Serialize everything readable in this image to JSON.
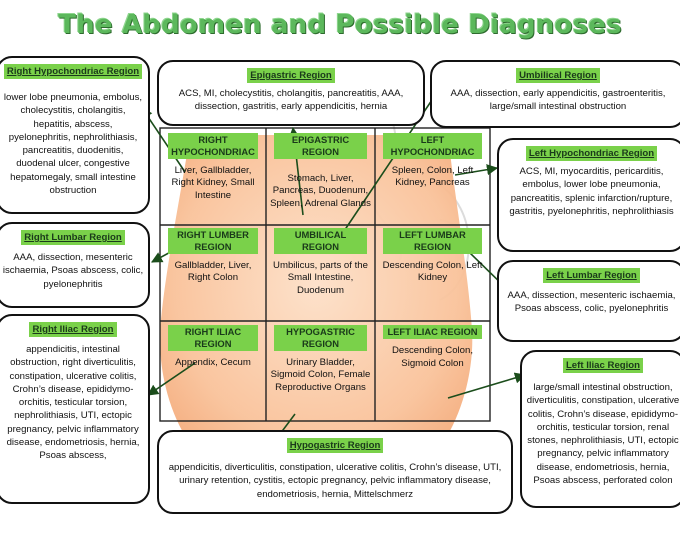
{
  "title": "The Abdomen and Possible Diagnoses",
  "colors": {
    "title": "#5cb85c",
    "header_bg": "#7ad14a",
    "body_shade": "#f7b98a",
    "border": "#111111"
  },
  "regions_outer": {
    "right_hypochondriac": {
      "header": "Right Hypochondriac Region",
      "text": "lower lobe pneumonia, embolus, cholecystitis, cholangitis, hepatitis, abscess, pyelonephritis, nephrolithiasis, pancreatitis, duodenitis, duodenal ulcer, congestive hepatomegaly, small intestine obstruction"
    },
    "epigastric": {
      "header": "Epigastric Region",
      "text": "ACS, MI, cholecystitis, cholangitis, pancreatitis, AAA, dissection, gastritis, early appendicitis, hernia"
    },
    "umbilical": {
      "header": "Umbilical Region",
      "text": "AAA, dissection, early appendicitis, gastroenteritis, large/small intestinal obstruction"
    },
    "left_hypochondriac": {
      "header": "Left Hypochondriac Region",
      "text": "ACS, MI, myocarditis, pericarditis, embolus, lower lobe pneumonia, pancreatitis, splenic infarction/rupture, gastritis, pyelonephritis, nephrolithiasis"
    },
    "right_lumbar": {
      "header": "Right Lumbar Region",
      "text": "AAA, dissection, mesenteric ischaemia, Psoas abscess, colic, pyelonephritis"
    },
    "left_lumbar": {
      "header": "Left Lumbar Region",
      "text": "AAA, dissection, mesenteric ischaemia, Psoas abscess, colic, pyelonephritis"
    },
    "right_iliac": {
      "header": "Right Iliac Region",
      "text": "appendicitis, intestinal obstruction, right diverticulitis, constipation, ulcerative colitis, Crohn’s disease, epididymo-orchitis, testicular torsion, nephrolithiasis, UTI, ectopic pregnancy, pelvic inflammatory disease, endometriosis, hernia, Psoas abscess,"
    },
    "left_iliac": {
      "header": "Left Iliac Region",
      "text": "large/small intestinal obstruction, diverticulitis, constipation, ulcerative colitis, Crohn’s disease, epididymo-orchitis, testicular torsion, renal stones, nephrolithiasis, UTI, ectopic pregnancy, pelvic inflammatory disease, endometriosis, hernia, Psoas abscess, perforated colon"
    },
    "hypogastric": {
      "header": "Hypogastric Region",
      "text": "appendicitis, diverticulitis, constipation, ulcerative colitis, Crohn’s disease, UTI, urinary retention, cystitis, ectopic pregnancy, pelvic inflammatory disease, endometriosis, hernia, Mittelschmerz"
    }
  },
  "grid": [
    {
      "header": "RIGHT HYPOCHONDRIAC",
      "text": "Liver, Gallbladder, Right Kidney, Small Intestine"
    },
    {
      "header": "EPIGASTRIC REGION",
      "text": "Stomach, Liver, Pancreas, Duodenum, Spleen, Adrenal Glands"
    },
    {
      "header": "LEFT HYPOCHONDRIAC",
      "text": "Spleen, Colon, Left Kidney, Pancreas"
    },
    {
      "header": "RIGHT LUMBER REGION",
      "text": "Gallbladder, Liver, Right Colon"
    },
    {
      "header": "UMBILICAL REGION",
      "text": "Umbilicus, parts of the Small Intestine, Duodenum"
    },
    {
      "header": "LEFT LUMBAR REGION",
      "text": "Descending Colon, Left Kidney"
    },
    {
      "header": "RIGHT ILIAC REGION",
      "text": "Appendix, Cecum"
    },
    {
      "header": "HYPOGASTRIC REGION",
      "text": "Urinary Bladder, Sigmoid Colon, Female Reproductive Organs"
    },
    {
      "header": "LEFT ILIAC REGION",
      "text": "Descending Colon, Sigmoid Colon"
    }
  ]
}
